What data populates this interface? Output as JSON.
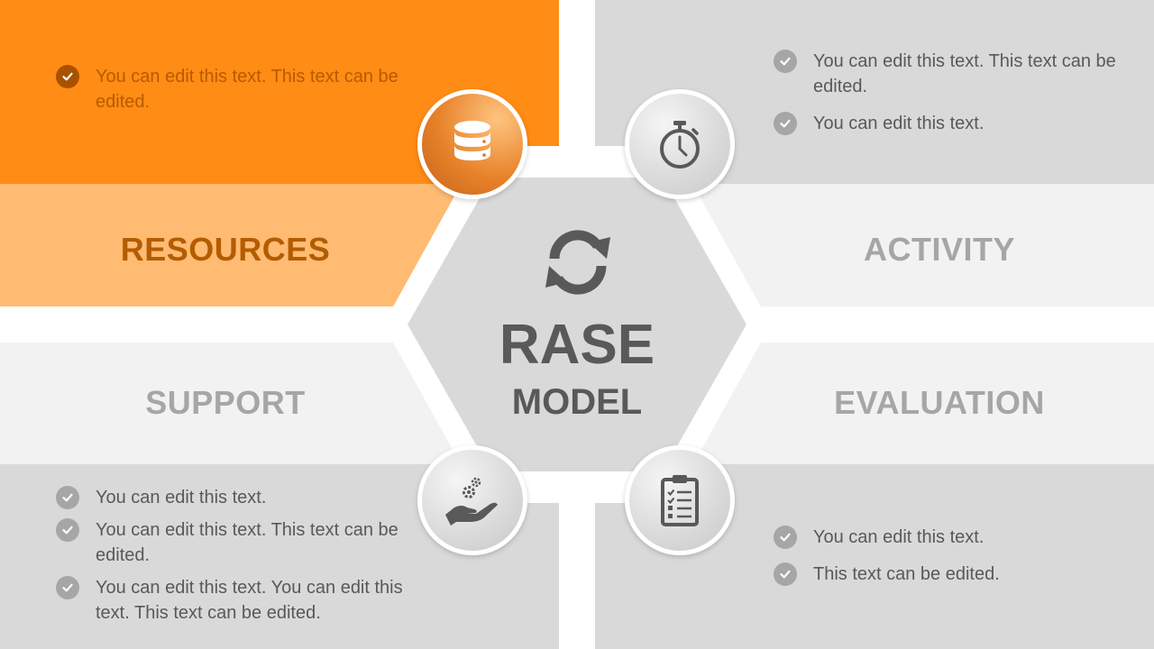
{
  "center": {
    "title": "RASE",
    "subtitle": "MODEL",
    "icon": "refresh-cycle-icon"
  },
  "colors": {
    "orange": "#ff8c14",
    "light_orange": "#ffbb72",
    "dark_orange_text": "#b35c00",
    "gray_panel": "#d9d9d9",
    "light_gray_band": "#f2f2f2",
    "gray_text": "#a6a6a6",
    "body_text": "#595959"
  },
  "quadrants": {
    "resources": {
      "label": "RESOURCES",
      "icon": "database-icon",
      "bullets": [
        "You can edit this text. This text can be edited."
      ]
    },
    "activity": {
      "label": "ACTIVITY",
      "icon": "stopwatch-icon",
      "bullets": [
        "You can edit this text. This text can be edited.",
        "You can edit this text."
      ]
    },
    "support": {
      "label": "SUPPORT",
      "icon": "hand-gears-icon",
      "bullets": [
        "You can edit this text.",
        "You can edit this text. This text can be edited.",
        "You can edit this text. You can edit this text. This text can be edited."
      ]
    },
    "evaluation": {
      "label": "EVALUATION",
      "icon": "clipboard-checklist-icon",
      "bullets": [
        "You can edit this text.",
        "This text can be edited."
      ]
    }
  }
}
